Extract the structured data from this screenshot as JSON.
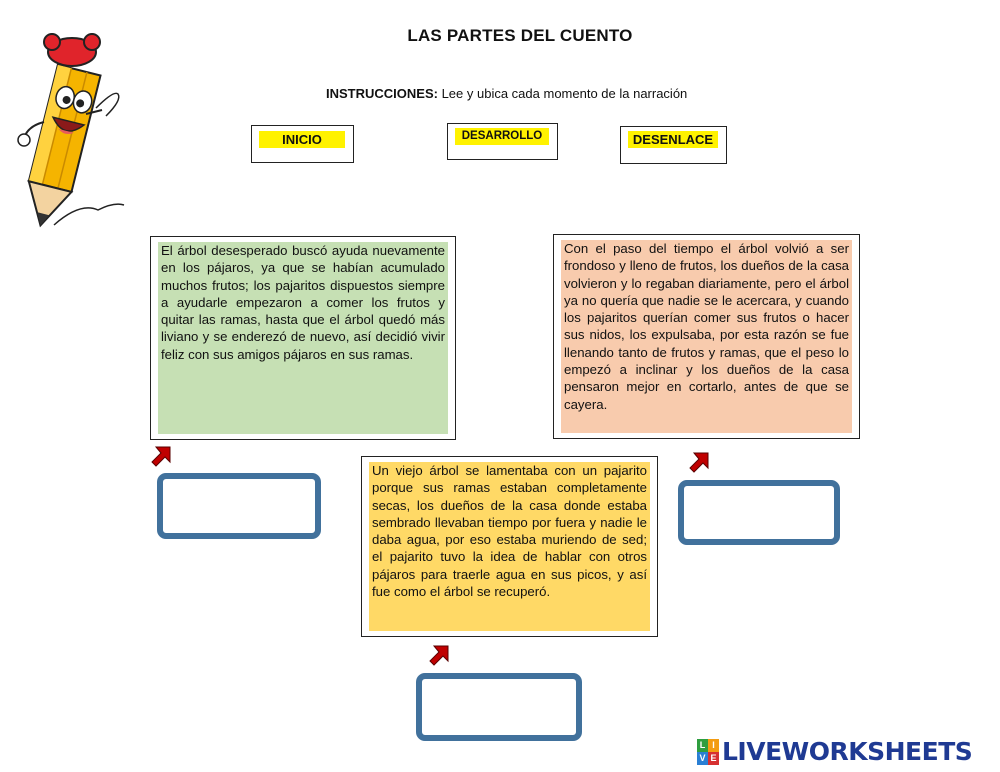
{
  "title": "LAS PARTES DEL CUENTO",
  "instructions": {
    "label": "INSTRUCCIONES:",
    "text": "Lee y ubica cada momento de la narración"
  },
  "labels": {
    "inicio": "INICIO",
    "desarrollo": "DESARROLLO",
    "desenlace": "DESENLACE"
  },
  "stories": {
    "left": "El árbol desesperado buscó ayuda nuevamente en los pájaros, ya que se habían acumulado muchos frutos; los pajaritos dispuestos siempre a ayudarle empezaron a comer los frutos y quitar las ramas, hasta que el árbol quedó más liviano y se enderezó de nuevo, así decidió vivir feliz con sus amigos pájaros en sus ramas.",
    "right": "Con el paso del tiempo el árbol volvió a ser frondoso y lleno de frutos, los dueños de la casa volvieron y lo regaban diariamente, pero el árbol ya no quería que nadie se le acercara, y cuando los pajaritos querían comer sus frutos o hacer sus nidos, los expulsaba, por esta razón se fue llenando tanto de frutos y ramas, que el peso lo empezó a inclinar y los dueños de la casa pensaron mejor en cortarlo, antes de que se cayera.",
    "center": "Un viejo árbol se lamentaba con un pajarito porque sus ramas estaban completamente secas, los dueños de la casa donde estaba sembrado llevaban tiempo por fuera y nadie le daba agua, por eso estaba muriendo de sed; el pajarito tuvo la idea de hablar con otros pájaros para traerle agua en sus picos, y así fue como el árbol se recuperó."
  },
  "drop_zones": {
    "left": "",
    "right": "",
    "center": ""
  },
  "icons": {
    "mascot": "pencil-mascot-icon",
    "arrow": "red-arrow-icon"
  },
  "colors": {
    "label_highlight": "#fff200",
    "story_left": "#c6e0b4",
    "story_right": "#f8cbad",
    "story_center": "#ffd966",
    "drop_border": "#41719c",
    "arrow": "#c00000",
    "brand": "#1f3a93"
  },
  "brand": {
    "mark": [
      "L",
      "I",
      "V",
      "E"
    ],
    "text": "LIVEWORKSHEETS"
  }
}
